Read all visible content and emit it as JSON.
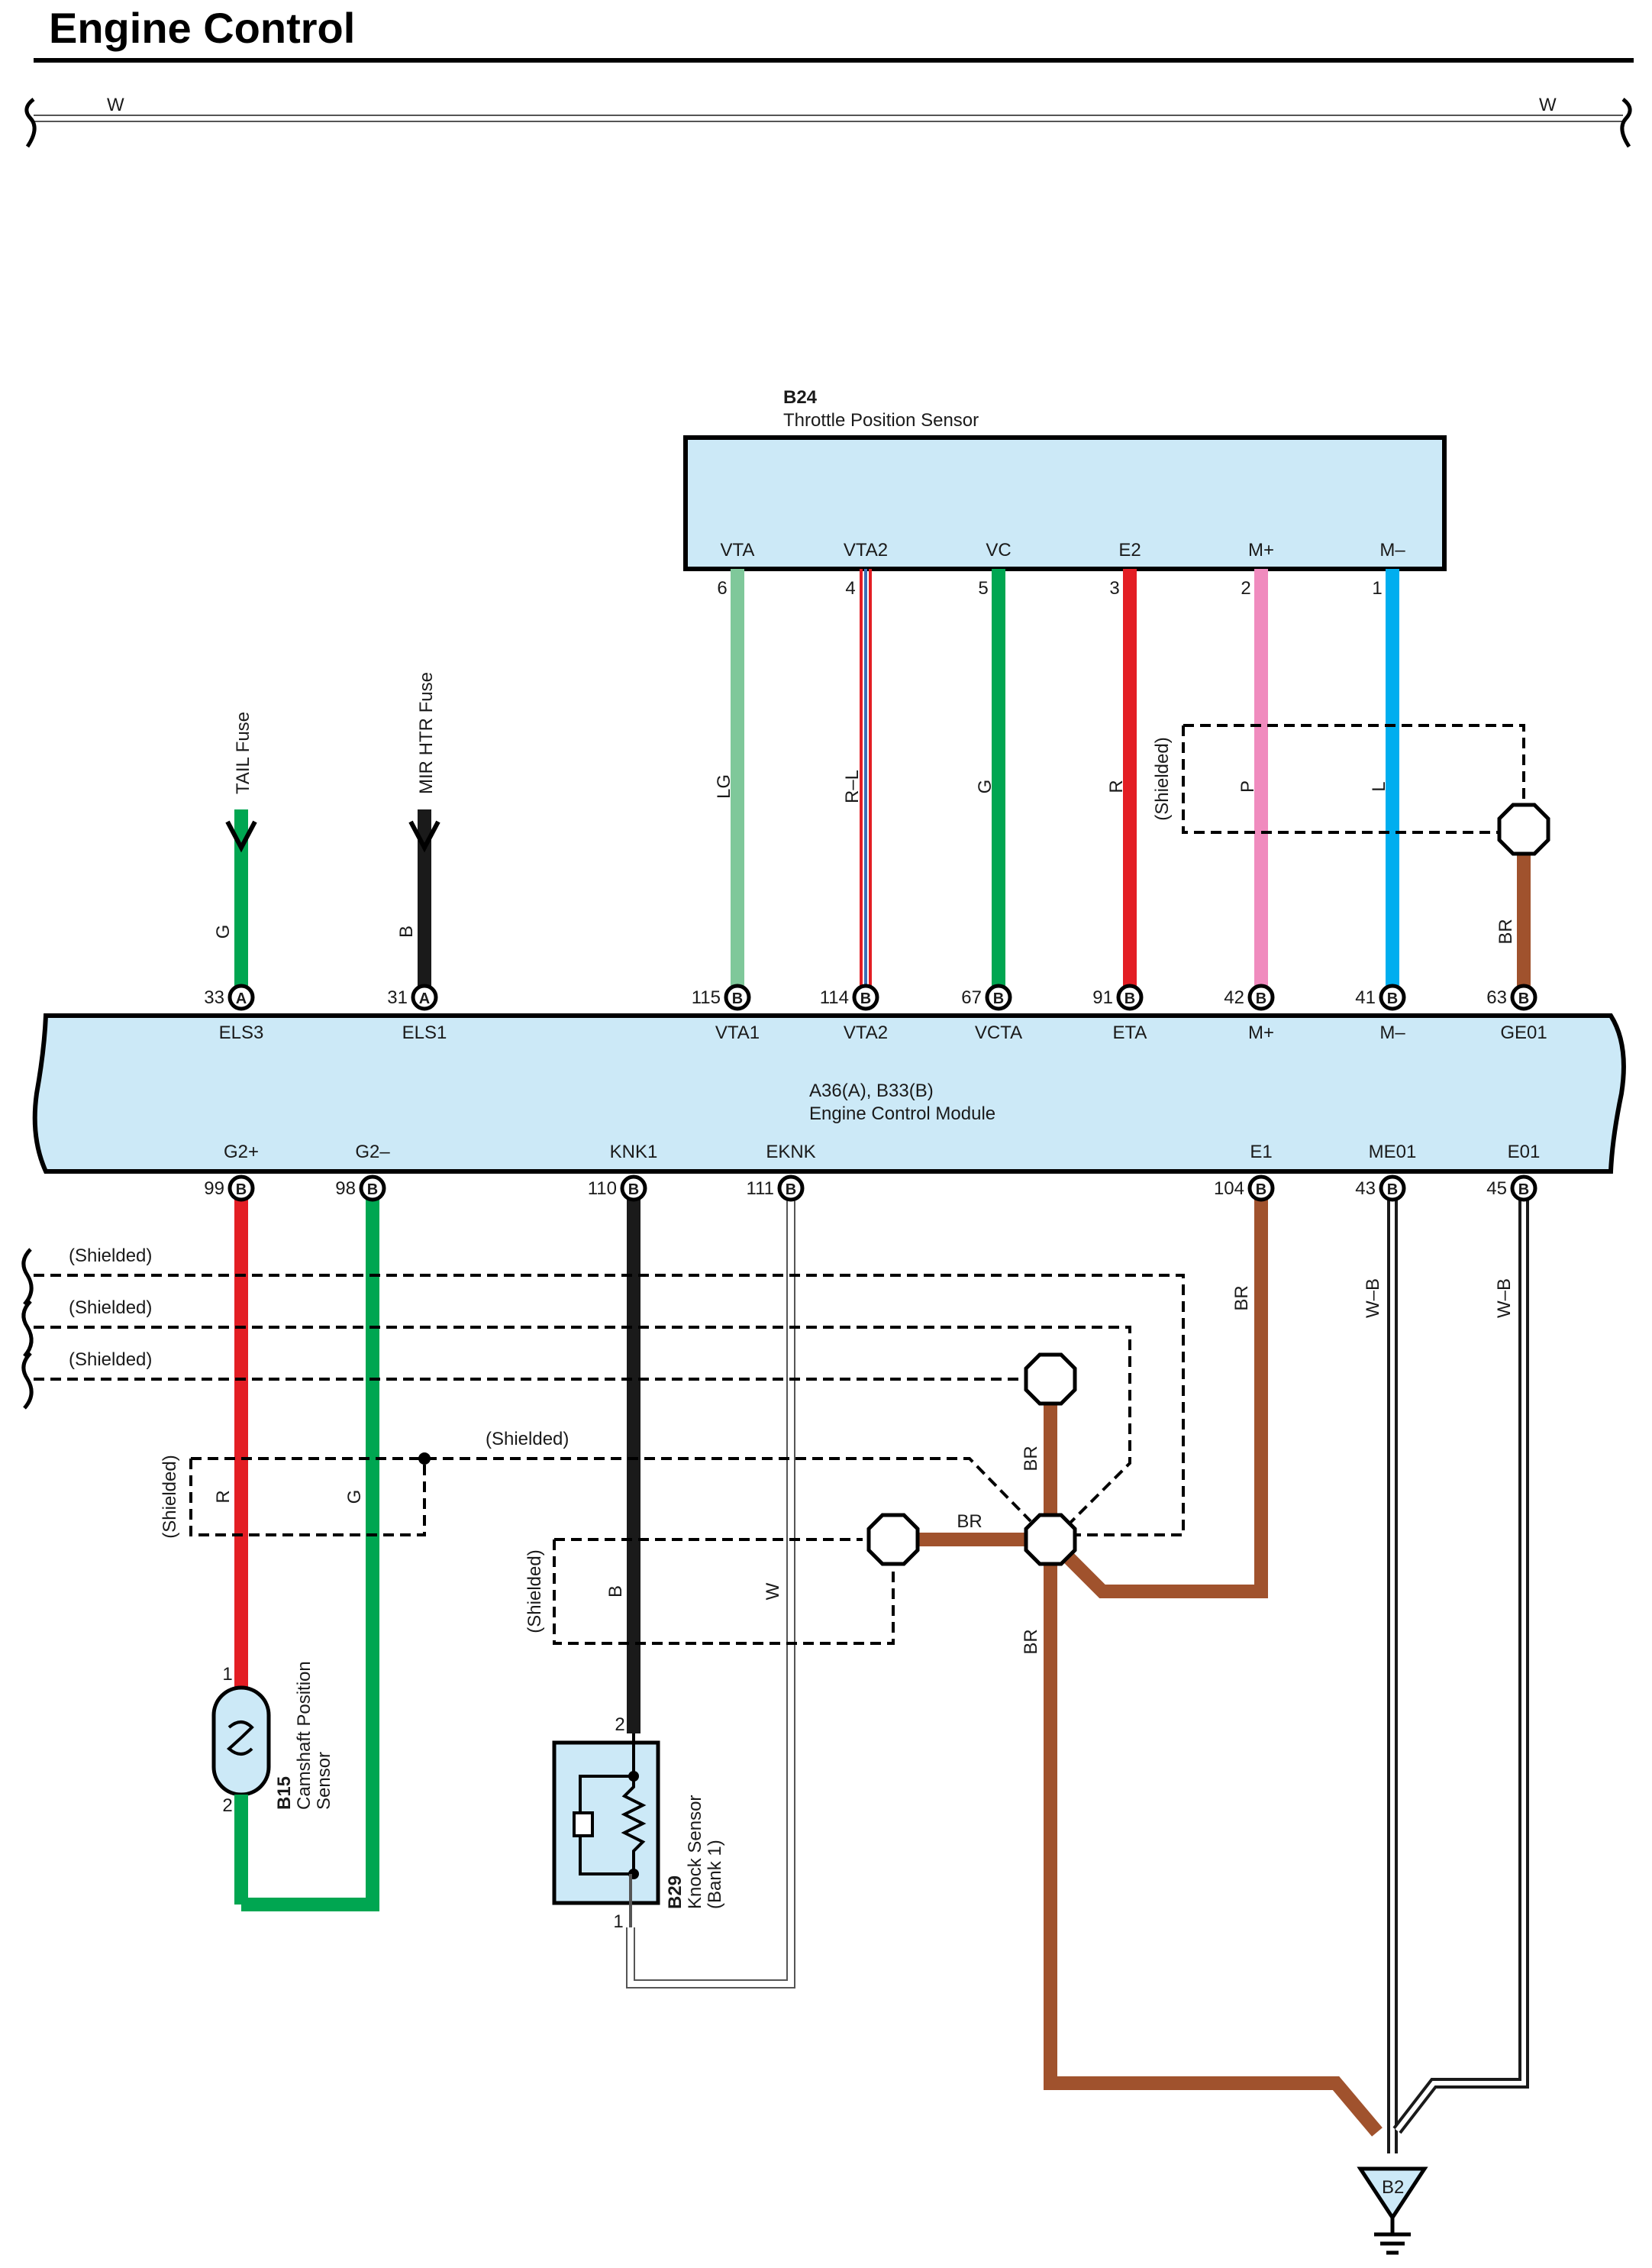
{
  "title": "Engine Control",
  "top_wire": {
    "left_label": "W",
    "right_label": "W"
  },
  "colors": {
    "box_fill": "#cce9f7",
    "LG": "#7fc89a",
    "R": "#e31e24",
    "G": "#00a651",
    "P": "#f08bbe",
    "L": "#00aeef",
    "BR": "#a0522d",
    "B": "#1a1a1a",
    "W": "#ffffff"
  },
  "tps": {
    "code": "B24",
    "name": "Throttle Position Sensor",
    "pins": [
      {
        "label": "VTA",
        "num": "6",
        "wire": "LG"
      },
      {
        "label": "VTA2",
        "num": "4",
        "wire": "R–L"
      },
      {
        "label": "VC",
        "num": "5",
        "wire": "G"
      },
      {
        "label": "E2",
        "num": "3",
        "wire": "R"
      },
      {
        "label": "M+",
        "num": "2",
        "wire": "P"
      },
      {
        "label": "M–",
        "num": "1",
        "wire": "L"
      }
    ]
  },
  "fuses": {
    "tail": {
      "label": "TAIL Fuse",
      "wire": "G"
    },
    "mir": {
      "label": "MIR HTR Fuse",
      "wire": "B"
    }
  },
  "ecm": {
    "code": "A36(A), B33(B)",
    "name": "Engine Control Module",
    "top_pins": [
      {
        "num": "33",
        "conn": "A",
        "label": "ELS3"
      },
      {
        "num": "31",
        "conn": "A",
        "label": "ELS1"
      },
      {
        "num": "115",
        "conn": "B",
        "label": "VTA1"
      },
      {
        "num": "114",
        "conn": "B",
        "label": "VTA2"
      },
      {
        "num": "67",
        "conn": "B",
        "label": "VCTA"
      },
      {
        "num": "91",
        "conn": "B",
        "label": "ETA"
      },
      {
        "num": "42",
        "conn": "B",
        "label": "M+"
      },
      {
        "num": "41",
        "conn": "B",
        "label": "M–"
      },
      {
        "num": "63",
        "conn": "B",
        "label": "GE01"
      }
    ],
    "bottom_pins": [
      {
        "num": "99",
        "conn": "B",
        "label": "G2+"
      },
      {
        "num": "98",
        "conn": "B",
        "label": "G2–"
      },
      {
        "num": "110",
        "conn": "B",
        "label": "KNK1"
      },
      {
        "num": "111",
        "conn": "B",
        "label": "EKNK"
      },
      {
        "num": "104",
        "conn": "B",
        "label": "E1"
      },
      {
        "num": "43",
        "conn": "B",
        "label": "ME01"
      },
      {
        "num": "45",
        "conn": "B",
        "label": "E01"
      }
    ]
  },
  "wire_labels": {
    "br_ge01": "BR",
    "shielded": "(Shielded)",
    "br_e1": "BR",
    "wb_me01": "W–B",
    "wb_e01": "W–B",
    "r_g2p": "R",
    "g_g2m": "G",
    "b_knk": "B",
    "w_eknk": "W",
    "br_junction_up": "BR",
    "br_junction_left": "BR",
    "br_junction_down": "BR"
  },
  "cam_sensor": {
    "code": "B15",
    "name_line1": "Camshaft Position",
    "name_line2": "Sensor",
    "pin1": "1",
    "pin2": "2"
  },
  "knock_sensor": {
    "code": "B29",
    "name_line1": "Knock Sensor",
    "name_line2": "(Bank 1)",
    "pin2": "2",
    "pin1": "1"
  },
  "ground": {
    "code": "B2"
  }
}
